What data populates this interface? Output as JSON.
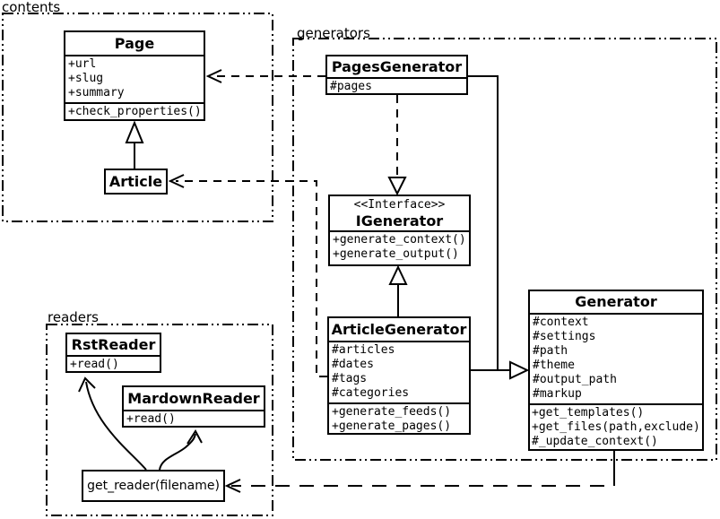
{
  "diagram": {
    "packages": {
      "contents": {
        "label": "contents"
      },
      "generators": {
        "label": "generators"
      },
      "readers": {
        "label": "readers"
      }
    },
    "classes": {
      "page": {
        "name": "Page",
        "attributes": [
          "+url",
          "+slug",
          "+summary"
        ],
        "methods": [
          "+check_properties()"
        ]
      },
      "article": {
        "name": "Article"
      },
      "pages_generator": {
        "name": "PagesGenerator",
        "attributes": [
          "#pages"
        ]
      },
      "igenerator": {
        "stereotype": "<<Interface>>",
        "name": "IGenerator",
        "methods": [
          "+generate_context()",
          "+generate_output()"
        ]
      },
      "article_generator": {
        "name": "ArticleGenerator",
        "attributes": [
          "#articles",
          "#dates",
          "#tags",
          "#categories"
        ],
        "methods": [
          "+generate_feeds()",
          "+generate_pages()"
        ]
      },
      "generator": {
        "name": "Generator",
        "attributes": [
          "#context",
          "#settings",
          "#path",
          "#theme",
          "#output_path",
          "#markup"
        ],
        "methods": [
          "+get_templates()",
          "+get_files(path,exclude)",
          "#_update_context()"
        ]
      },
      "rst_reader": {
        "name": "RstReader",
        "methods": [
          "+read()"
        ]
      },
      "mardown_reader": {
        "name": "MardownReader",
        "methods": [
          "+read()"
        ]
      },
      "get_reader": {
        "label": "get_reader(filename)"
      }
    },
    "relationships": [
      {
        "from": "Article",
        "to": "Page",
        "type": "inheritance"
      },
      {
        "from": "ArticleGenerator",
        "to": "Generator",
        "type": "inheritance"
      },
      {
        "from": "PagesGenerator",
        "to": "Generator",
        "type": "inheritance"
      },
      {
        "from": "ArticleGenerator",
        "to": "IGenerator",
        "type": "inheritance"
      },
      {
        "from": "PagesGenerator",
        "to": "IGenerator",
        "type": "realization-dashed"
      },
      {
        "from": "PagesGenerator",
        "to": "Page",
        "type": "dependency-dashed"
      },
      {
        "from": "ArticleGenerator",
        "to": "Article",
        "type": "dependency-dashed"
      },
      {
        "from": "Generator",
        "to": "get_reader(filename)",
        "type": "dependency-dashed"
      },
      {
        "from": "get_reader(filename)",
        "to": "RstReader",
        "type": "association-curved"
      },
      {
        "from": "get_reader(filename)",
        "to": "MardownReader",
        "type": "association-curved"
      }
    ],
    "colors": {
      "line": "#000000",
      "background": "#ffffff",
      "box_fill": "#ffffff"
    }
  }
}
